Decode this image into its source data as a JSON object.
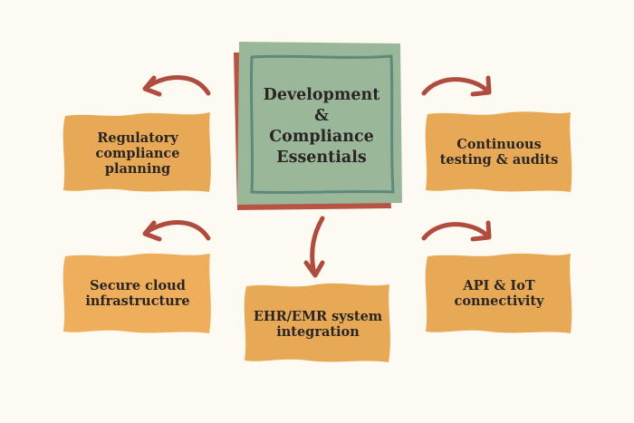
{
  "colors": {
    "background": "#fdfaf1",
    "center_fill": "#9ab79a",
    "center_border": "#5e8a7c",
    "center_shadow": "#b85443",
    "node_fill": "#e7a955",
    "node_fill_alt": "#efae5c",
    "arrow": "#b04c3f",
    "text": "#2a2522"
  },
  "center": {
    "title": "Development\n&\nCompliance\nEssentials"
  },
  "nodes": [
    {
      "id": "regulatory",
      "label": "Regulatory\ncompliance\nplanning"
    },
    {
      "id": "continuous",
      "label": "Continuous\ntesting & audits"
    },
    {
      "id": "cloud",
      "label": "Secure cloud\ninfrastructure"
    },
    {
      "id": "ehr",
      "label": "EHR/EMR system\nintegration"
    },
    {
      "id": "api",
      "label": "API & IoT\nconnectivity"
    }
  ],
  "arrows": [
    {
      "from": "center",
      "to": "regulatory",
      "icon": "curved-arrow-icon"
    },
    {
      "from": "center",
      "to": "continuous",
      "icon": "curved-arrow-icon"
    },
    {
      "from": "center",
      "to": "cloud",
      "icon": "curved-arrow-icon"
    },
    {
      "from": "center",
      "to": "ehr",
      "icon": "curved-arrow-icon"
    },
    {
      "from": "center",
      "to": "api",
      "icon": "curved-arrow-icon"
    }
  ]
}
